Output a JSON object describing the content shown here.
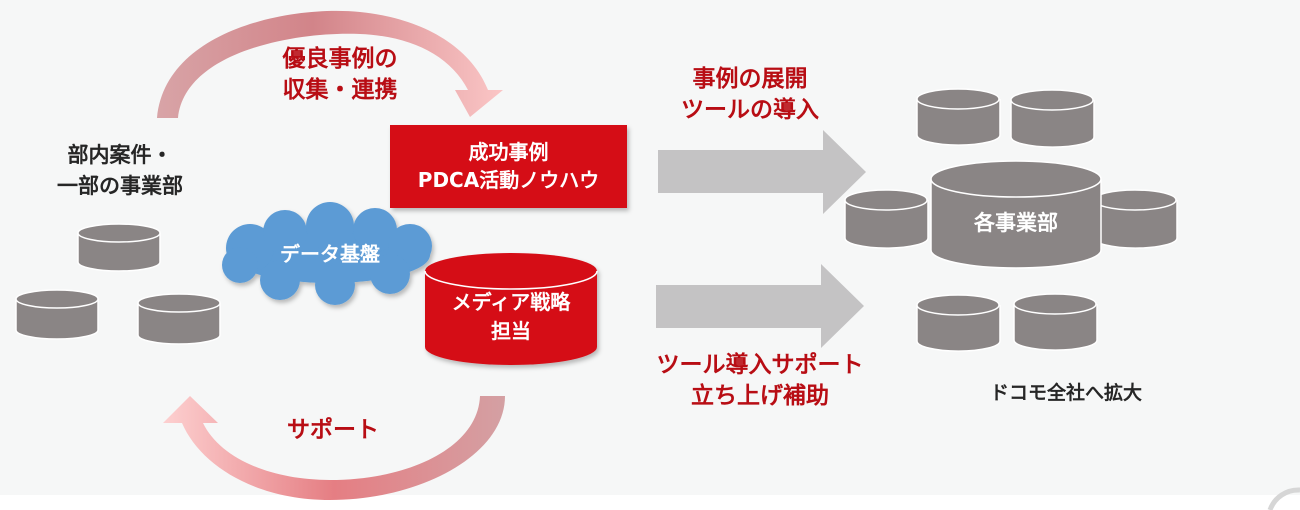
{
  "colors": {
    "background": "#f6f7f7",
    "accent_red": "#d50d19",
    "text_red": "#b80d14",
    "cylinder_gray": "#8a8585",
    "arrow_gray": "#c4c3c4",
    "cloud_blue": "#5b9bd5"
  },
  "left_group": {
    "label_lines": [
      "部内案件・",
      "一部の事業部"
    ],
    "cylinder_count": 3
  },
  "top_loop": {
    "label_lines": [
      "優良事例の",
      "収集・連携"
    ],
    "direction": "clockwise"
  },
  "bottom_loop": {
    "label": "サポート",
    "direction": "counter-clockwise"
  },
  "success_box": {
    "lines": [
      "成功事例",
      "PDCA活動ノウハウ"
    ]
  },
  "data_cloud": {
    "label": "データ基盤"
  },
  "media_cylinder": {
    "lines": [
      "メディア戦略",
      "担当"
    ]
  },
  "upper_arrow": {
    "label_lines": [
      "事例の展開",
      "ツールの導入"
    ]
  },
  "lower_arrow": {
    "label_lines": [
      "ツール導入サポート",
      "立ち上げ補助"
    ]
  },
  "right_group": {
    "center_label": "各事業部",
    "caption": "ドコモ全社へ拡大",
    "small_cylinder_count": 6
  }
}
